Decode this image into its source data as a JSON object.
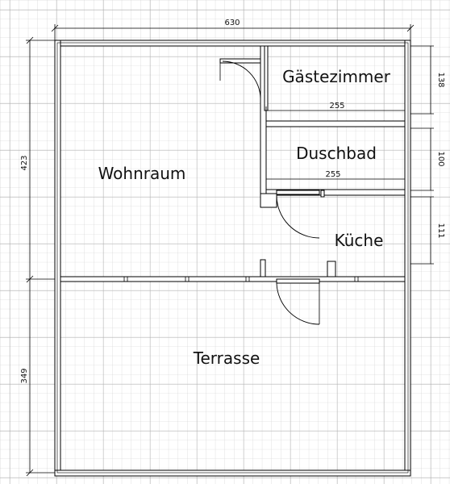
{
  "rooms": {
    "wohnraum": "Wohnraum",
    "gaestezimmer": "Gästezimmer",
    "duschbad": "Duschbad",
    "kueche": "Küche",
    "terrasse": "Terrasse"
  },
  "dimensions": {
    "total_width": "630",
    "total_height_upper": "423",
    "total_height_terrace": "349",
    "guest_width": "255",
    "guest_height": "138",
    "bath_width": "255",
    "bath_height": "100",
    "kitchen_height": "111"
  }
}
